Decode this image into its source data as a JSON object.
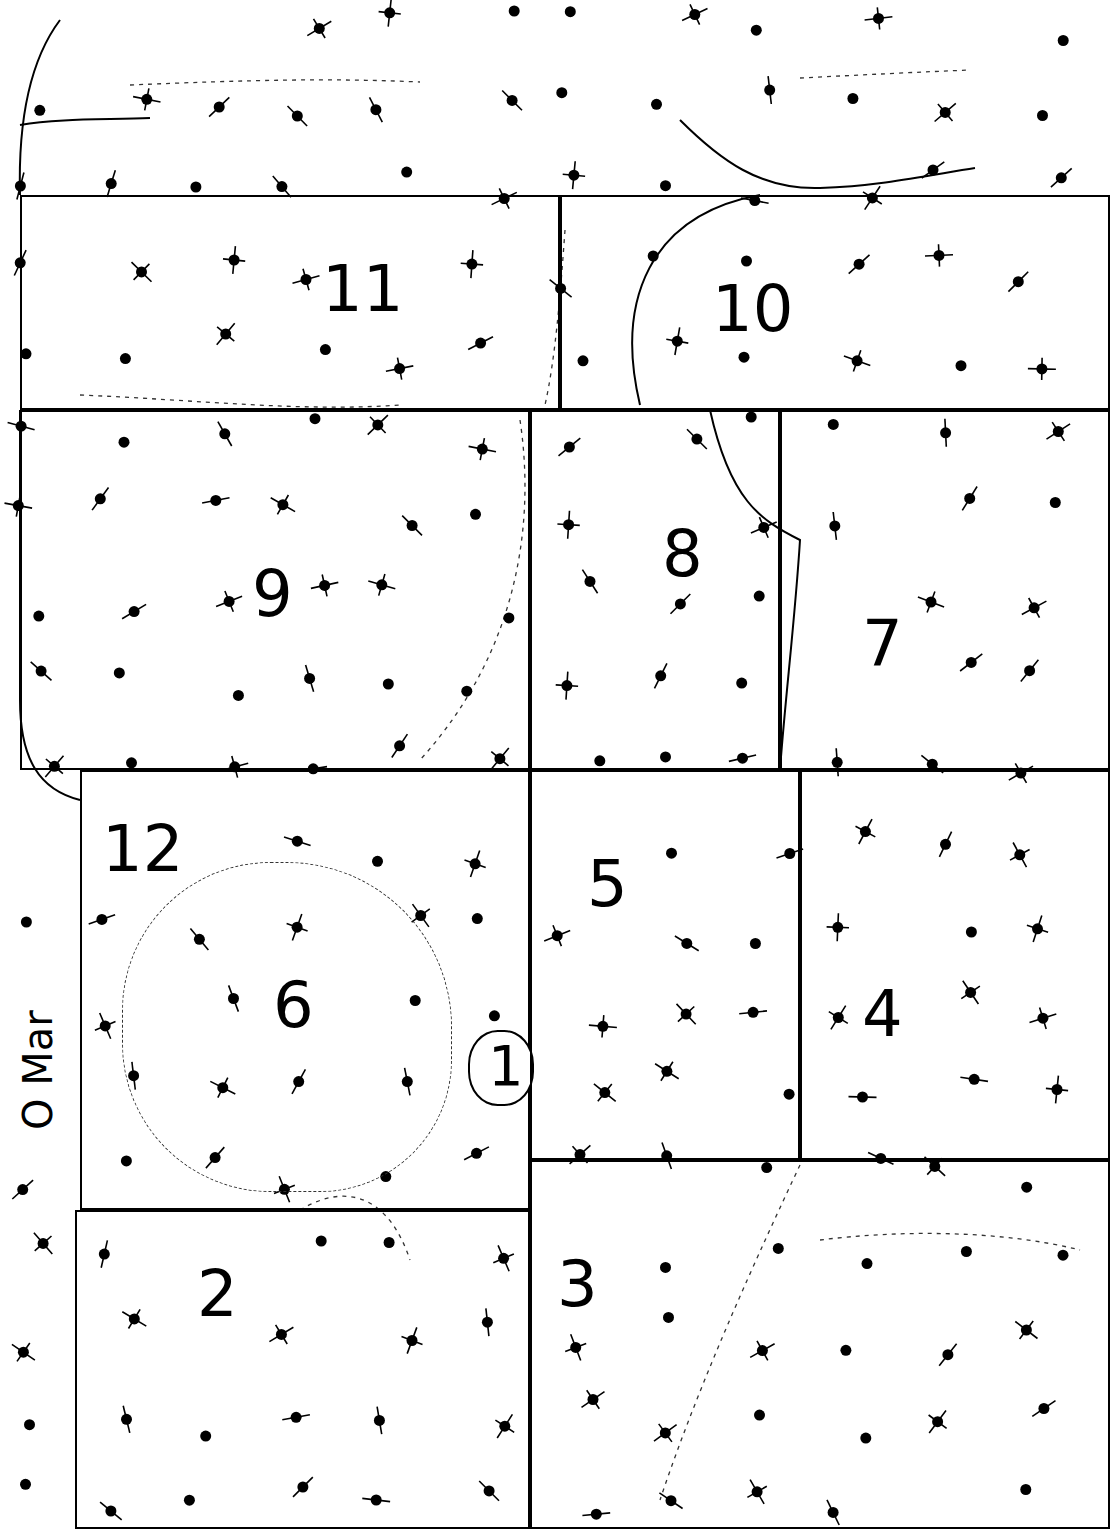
{
  "diagram": {
    "nodes": [
      {
        "text": [
          "11"
        ]
      },
      {
        "text": [
          "10"
        ]
      },
      {
        "text": [
          "9"
        ]
      },
      {
        "text": [
          "8"
        ]
      },
      {
        "text": [
          "7"
        ]
      },
      {
        "text": [
          "12"
        ]
      },
      {
        "text": [
          "6"
        ],
        "in": 5
      },
      {
        "text": [
          "1"
        ]
      },
      {
        "text": [
          "5"
        ]
      },
      {
        "text": [
          "4"
        ]
      },
      {
        "text": [
          "2"
        ]
      },
      {
        "text": [
          "3"
        ]
      }
    ],
    "labels": [
      "O Mar"
    ]
  }
}
